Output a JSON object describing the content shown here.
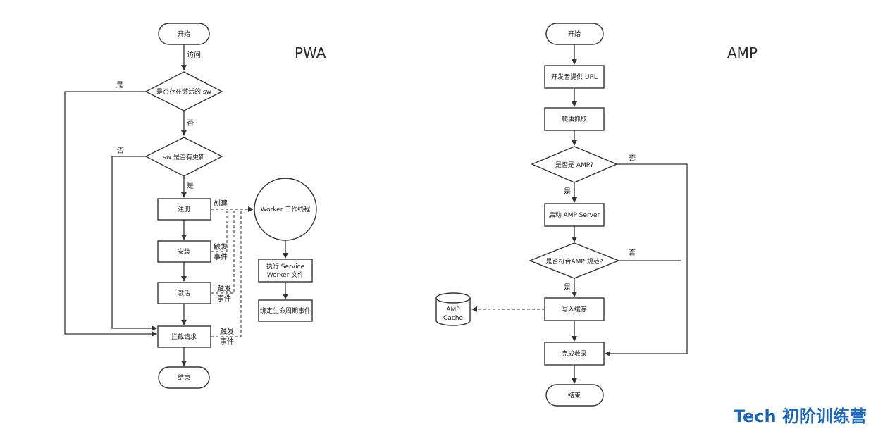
{
  "pwa": {
    "title": "PWA",
    "start": "开始",
    "visit": "访问",
    "q_active": "是否存在激活的 sw",
    "q_update": "sw 是否有更新",
    "yes": "是",
    "no": "否",
    "register": "注册",
    "install": "安装",
    "activate": "激活",
    "intercept": "拦截请求",
    "end": "结束",
    "create": "创建",
    "trigger_a": "触发",
    "trigger_b": "事件",
    "worker_line1": "Worker 工作线程",
    "exec_line1": "执行 Service",
    "exec_line2": "Worker 文件",
    "bind": "绑定生命周期事件"
  },
  "amp": {
    "title": "AMP",
    "start": "开始",
    "provide_url": "开发者提供 URL",
    "crawl": "爬虫抓取",
    "q_is_amp": "是否是 AMP?",
    "start_server": "启动 AMP Server",
    "q_conform": "是否符合AMP 规范?",
    "write_cache": "写入缓存",
    "cache_line1": "AMP",
    "cache_line2": "Cache",
    "done": "完成收录",
    "end": "结束",
    "yes": "是",
    "no": "否"
  },
  "brand": "Tech 初阶训练营",
  "colors": {
    "brand": "#1f66b3",
    "stroke": "#333333"
  }
}
